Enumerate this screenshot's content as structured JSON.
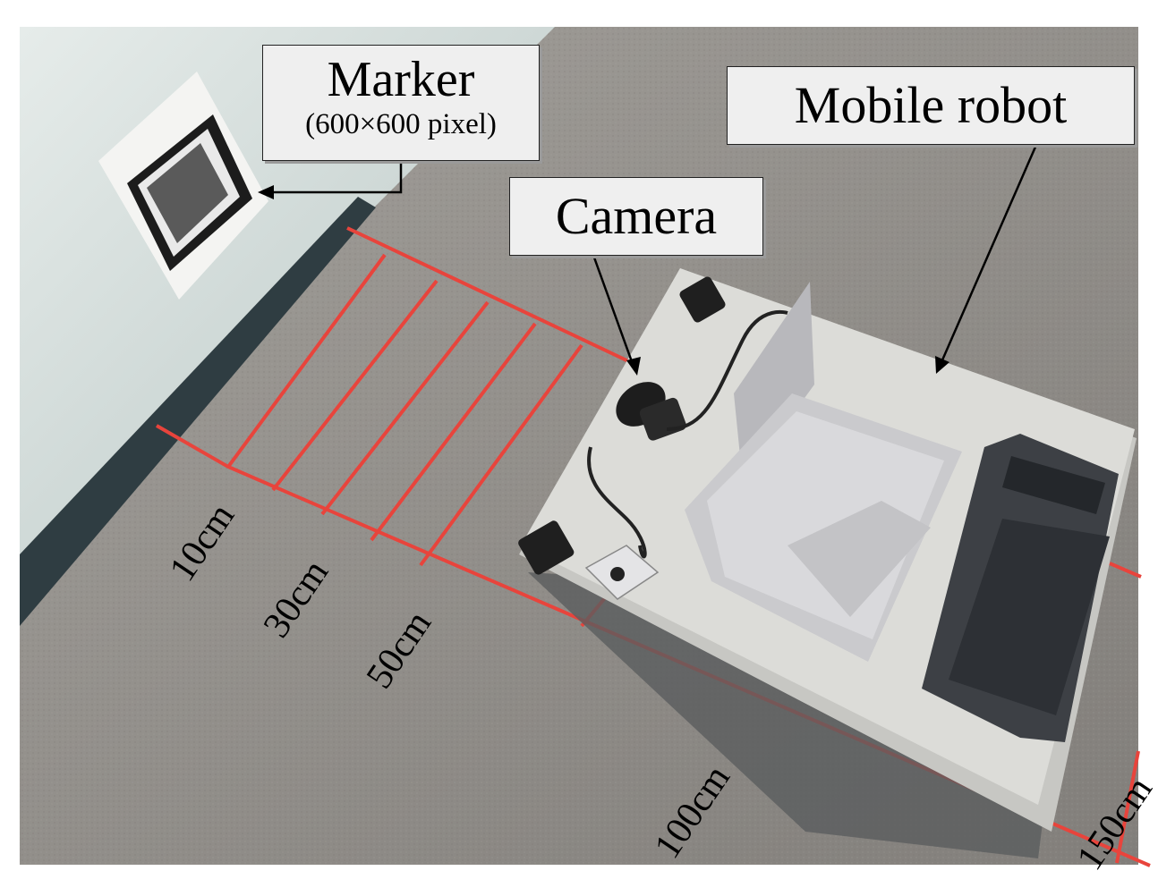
{
  "labels": {
    "marker_title": "Marker",
    "marker_subtitle": "(600×600  pixel)",
    "camera": "Camera",
    "mobile_robot": "Mobile robot"
  },
  "distance_marks": [
    "10cm",
    "30cm",
    "50cm",
    "100cm",
    "150cm"
  ],
  "colors": {
    "floor": "#8d8a86",
    "wall": "#cdd8d6",
    "tape": "#e8443c",
    "platform": "#dcdcd8",
    "laptop": "#c9c9cb",
    "keyboard": "#3d4045"
  }
}
